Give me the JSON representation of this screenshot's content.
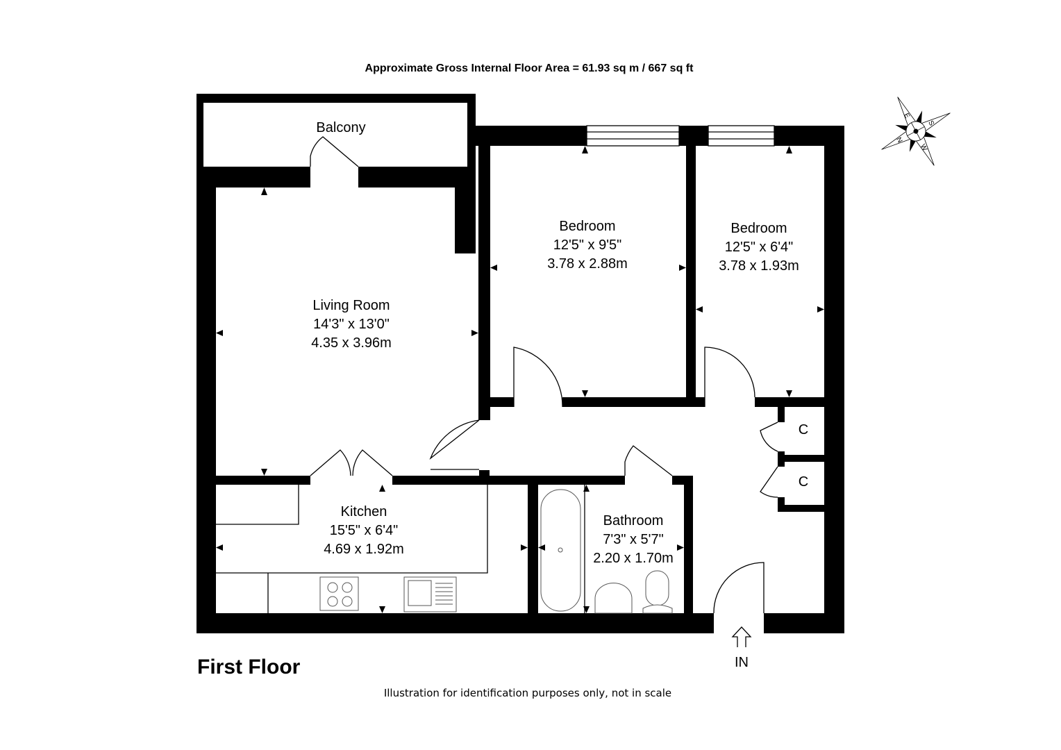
{
  "header": {
    "area_text": "Approximate Gross Internal Floor Area =  61.93 sq m / 667 sq ft"
  },
  "floor_label": "First Floor",
  "disclaimer": "Illustration for identification purposes only, not in scale",
  "entrance_label": "IN",
  "compass": {
    "letters": [
      "N",
      "E",
      "S",
      "W"
    ]
  },
  "rooms": {
    "balcony": {
      "name": "Balcony"
    },
    "living": {
      "name": "Living Room",
      "imperial": "14'3\" x 13'0\"",
      "metric": "4.35 x 3.96m"
    },
    "bedroom1": {
      "name": "Bedroom",
      "imperial": "12'5\" x 9'5\"",
      "metric": "3.78 x 2.88m"
    },
    "bedroom2": {
      "name": "Bedroom",
      "imperial": "12'5\" x 6'4\"",
      "metric": "3.78 x 1.93m"
    },
    "kitchen": {
      "name": "Kitchen",
      "imperial": "15'5\" x 6'4\"",
      "metric": "4.69 x 1.92m"
    },
    "bathroom": {
      "name": "Bathroom",
      "imperial": "7'3\" x 5'7\"",
      "metric": "2.20 x 1.70m"
    },
    "cupboard1": {
      "name": "C"
    },
    "cupboard2": {
      "name": "C"
    }
  }
}
